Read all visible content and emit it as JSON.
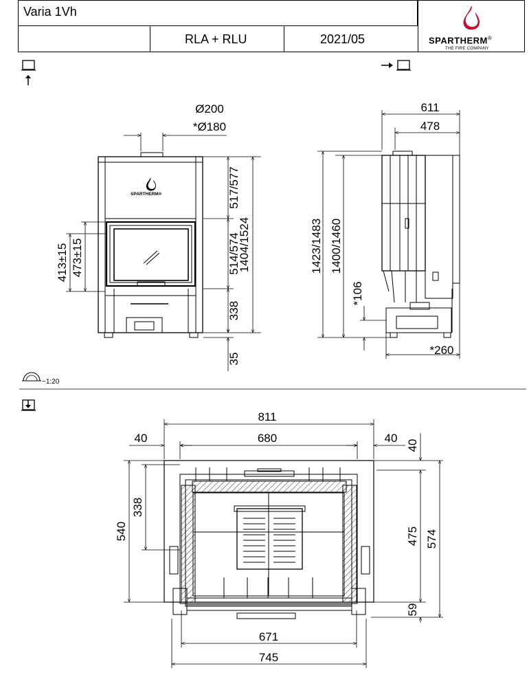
{
  "header": {
    "model": "Varia 1Vh",
    "variant": "RLA + RLU",
    "date": "2021/05",
    "brand": "SPARTHERM",
    "brand_mark": "®",
    "brand_tagline": "THE FIRE COMPANY"
  },
  "icons": {
    "front_view": "front-view-icon",
    "side_view": "side-view-icon",
    "top_view": "top-view-icon",
    "scale": "scale-icon",
    "flame": "flame-logo-icon"
  },
  "scale": "~1:20",
  "front": {
    "flue_diameter": "Ø200",
    "flue_diameter_alt": "*Ø180",
    "h_top": "517/577",
    "h_door": "514/574",
    "h_bottom": "338",
    "h_total": "1404/1524",
    "h_feet": "35",
    "door_a": "413±15",
    "door_b": "473±15",
    "logo": "SPARTHERM®"
  },
  "side": {
    "w_total": "611",
    "w_body": "478",
    "h_outer": "1423/1483",
    "h_inner": "1400/1460",
    "h_inlet": "*106",
    "d_inlet": "*260"
  },
  "top": {
    "w_total": "811",
    "w_inner": "680",
    "margin_left": "40",
    "margin_right": "40",
    "margin_top": "40",
    "d_total": "540",
    "d_inner": "338",
    "d_right": "475",
    "d_right_total": "574",
    "d_front": "59",
    "w_front_inner": "671",
    "w_front_outer": "745"
  },
  "colors": {
    "line": "#000000",
    "brand_red": "#c8102e"
  }
}
